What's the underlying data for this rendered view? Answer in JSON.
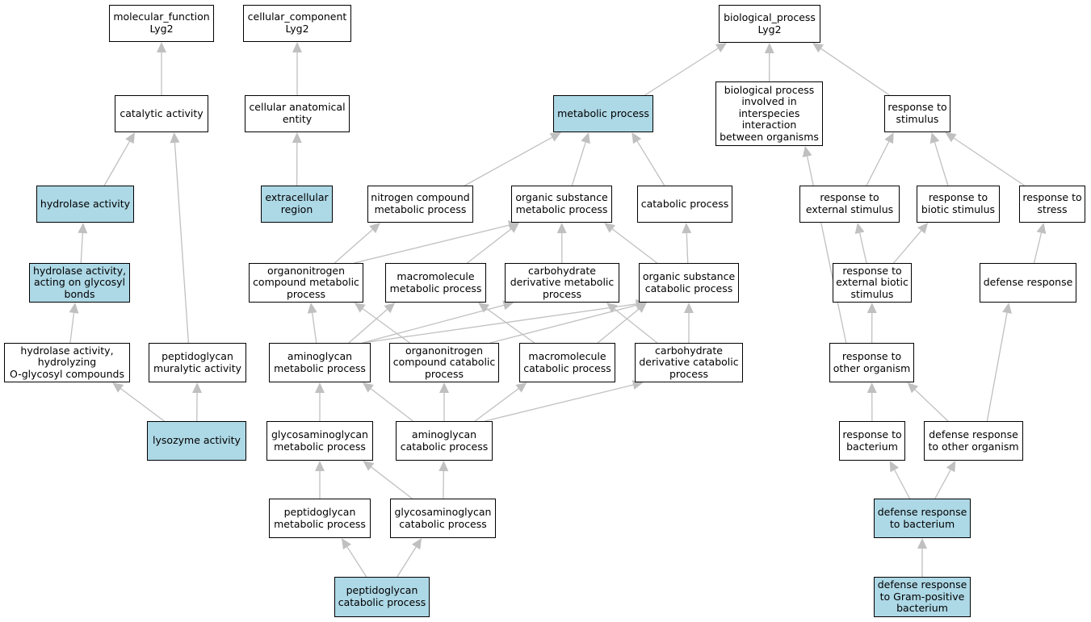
{
  "colors": {
    "highlight": "#add8e6",
    "node": "#ffffff",
    "border": "#000000",
    "edge": "#c0c0c0"
  },
  "nodes": [
    {
      "id": "mf",
      "label": "molecular_function\nLyg2",
      "highlight": false
    },
    {
      "id": "cc",
      "label": "cellular_component\nLyg2",
      "highlight": false
    },
    {
      "id": "bp",
      "label": "biological_process\nLyg2",
      "highlight": false
    },
    {
      "id": "cat",
      "label": "catalytic activity",
      "highlight": false
    },
    {
      "id": "cae",
      "label": "cellular anatomical\nentity",
      "highlight": false
    },
    {
      "id": "met",
      "label": "metabolic process",
      "highlight": true
    },
    {
      "id": "bpi",
      "label": "biological process\ninvolved in\ninterspecies\ninteraction\nbetween organisms",
      "highlight": false
    },
    {
      "id": "rts",
      "label": "response to\nstimulus",
      "highlight": false
    },
    {
      "id": "hyd",
      "label": "hydrolase activity",
      "highlight": true
    },
    {
      "id": "ext",
      "label": "extracellular\nregion",
      "highlight": true
    },
    {
      "id": "ncm",
      "label": "nitrogen compound\nmetabolic process",
      "highlight": false
    },
    {
      "id": "osm",
      "label": "organic substance\nmetabolic process",
      "highlight": false
    },
    {
      "id": "cp",
      "label": "catabolic process",
      "highlight": false
    },
    {
      "id": "res",
      "label": "response to\nexternal stimulus",
      "highlight": false
    },
    {
      "id": "rbs",
      "label": "response to\nbiotic stimulus",
      "highlight": false
    },
    {
      "id": "rst",
      "label": "response to\nstress",
      "highlight": false
    },
    {
      "id": "hgb",
      "label": "hydrolase activity,\nacting on glycosyl\nbonds",
      "highlight": true
    },
    {
      "id": "onm",
      "label": "organonitrogen\ncompound metabolic\nprocess",
      "highlight": false
    },
    {
      "id": "mmp",
      "label": "macromolecule\nmetabolic process",
      "highlight": false
    },
    {
      "id": "cdm",
      "label": "carbohydrate\nderivative metabolic\nprocess",
      "highlight": false
    },
    {
      "id": "osc",
      "label": "organic substance\ncatabolic process",
      "highlight": false
    },
    {
      "id": "reb",
      "label": "response to\nexternal biotic\nstimulus",
      "highlight": false
    },
    {
      "id": "dr",
      "label": "defense response",
      "highlight": false
    },
    {
      "id": "hoc",
      "label": "hydrolase activity,\nhydrolyzing\nO-glycosyl compounds",
      "highlight": false
    },
    {
      "id": "pgm",
      "label": "peptidoglycan\nmuralytic activity",
      "highlight": false
    },
    {
      "id": "agm",
      "label": "aminoglycan\nmetabolic process",
      "highlight": false
    },
    {
      "id": "occ",
      "label": "organonitrogen\ncompound catabolic\nprocess",
      "highlight": false
    },
    {
      "id": "mcp",
      "label": "macromolecule\ncatabolic process",
      "highlight": false
    },
    {
      "id": "cdc",
      "label": "carbohydrate\nderivative catabolic\nprocess",
      "highlight": false
    },
    {
      "id": "rto",
      "label": "response to\nother organism",
      "highlight": false
    },
    {
      "id": "lys",
      "label": "lysozyme activity",
      "highlight": true
    },
    {
      "id": "gam",
      "label": "glycosaminoglycan\nmetabolic process",
      "highlight": false
    },
    {
      "id": "agc",
      "label": "aminoglycan\ncatabolic process",
      "highlight": false
    },
    {
      "id": "rtb",
      "label": "response to\nbacterium",
      "highlight": false
    },
    {
      "id": "dro",
      "label": "defense response\nto other organism",
      "highlight": false
    },
    {
      "id": "pgp",
      "label": "peptidoglycan\nmetabolic process",
      "highlight": false
    },
    {
      "id": "gac",
      "label": "glycosaminoglycan\ncatabolic process",
      "highlight": false
    },
    {
      "id": "drb",
      "label": "defense response\nto bacterium",
      "highlight": true
    },
    {
      "id": "pgc",
      "label": "peptidoglycan\ncatabolic process",
      "highlight": true
    },
    {
      "id": "drg",
      "label": "defense response\nto Gram-positive\nbacterium",
      "highlight": true
    }
  ],
  "edges": [
    [
      "cat",
      "mf"
    ],
    [
      "cae",
      "cc"
    ],
    [
      "met",
      "bp"
    ],
    [
      "bpi",
      "bp"
    ],
    [
      "rts",
      "bp"
    ],
    [
      "hyd",
      "cat"
    ],
    [
      "pgm",
      "cat"
    ],
    [
      "ext",
      "cae"
    ],
    [
      "ncm",
      "met"
    ],
    [
      "osm",
      "met"
    ],
    [
      "cp",
      "met"
    ],
    [
      "res",
      "rts"
    ],
    [
      "rbs",
      "rts"
    ],
    [
      "rst",
      "rts"
    ],
    [
      "hgb",
      "hyd"
    ],
    [
      "hoc",
      "hgb"
    ],
    [
      "onm",
      "ncm"
    ],
    [
      "onm",
      "osm"
    ],
    [
      "mmp",
      "osm"
    ],
    [
      "cdm",
      "osm"
    ],
    [
      "osc",
      "osm"
    ],
    [
      "osc",
      "cp"
    ],
    [
      "reb",
      "res"
    ],
    [
      "reb",
      "rbs"
    ],
    [
      "dr",
      "rst"
    ],
    [
      "lys",
      "hoc"
    ],
    [
      "lys",
      "pgm"
    ],
    [
      "agm",
      "onm"
    ],
    [
      "agm",
      "mmp"
    ],
    [
      "agm",
      "cdm"
    ],
    [
      "agm",
      "osc"
    ],
    [
      "occ",
      "onm"
    ],
    [
      "occ",
      "osc"
    ],
    [
      "mcp",
      "mmp"
    ],
    [
      "mcp",
      "osc"
    ],
    [
      "cdc",
      "cdm"
    ],
    [
      "cdc",
      "osc"
    ],
    [
      "rto",
      "reb"
    ],
    [
      "rto",
      "bpi"
    ],
    [
      "gam",
      "agm"
    ],
    [
      "agc",
      "agm"
    ],
    [
      "agc",
      "occ"
    ],
    [
      "agc",
      "mcp"
    ],
    [
      "agc",
      "cdc"
    ],
    [
      "rtb",
      "rto"
    ],
    [
      "dro",
      "rto"
    ],
    [
      "dro",
      "dr"
    ],
    [
      "pgp",
      "gam"
    ],
    [
      "gac",
      "gam"
    ],
    [
      "gac",
      "agc"
    ],
    [
      "drb",
      "rtb"
    ],
    [
      "drb",
      "dro"
    ],
    [
      "pgc",
      "pgp"
    ],
    [
      "pgc",
      "gac"
    ],
    [
      "drg",
      "drb"
    ]
  ]
}
